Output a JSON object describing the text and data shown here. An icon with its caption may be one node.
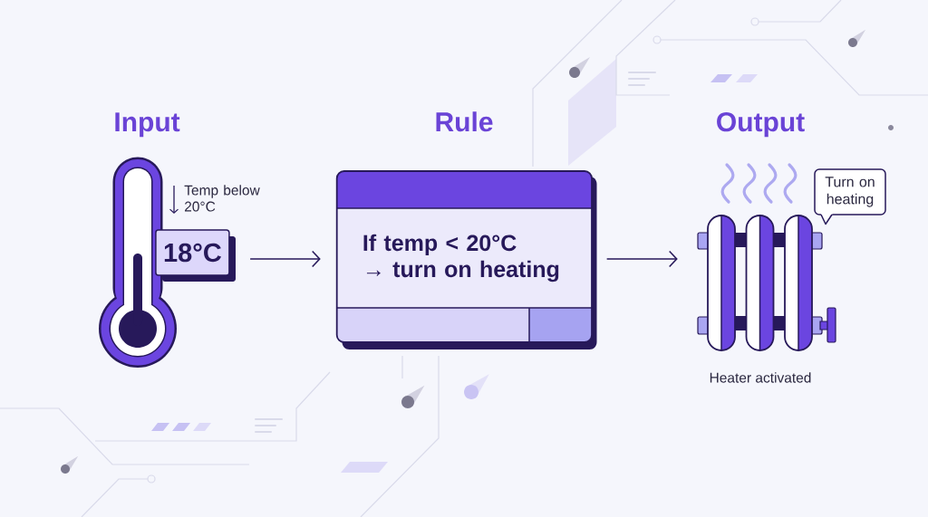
{
  "diagram": {
    "nodes": [
      {
        "text": [
          "Input"
        ]
      },
      {
        "text": [
          "18°C"
        ]
      },
      {
        "text": [
          "Rule",
          "If temp < 20°C",
          "→ turn on heating"
        ]
      },
      {
        "text": [
          "Output"
        ],
        "beside": [
          "Heater activated"
        ]
      },
      {
        "text": [
          "Turn on heating"
        ]
      }
    ],
    "edges": [
      {
        "from": 1,
        "to": 2,
        "arrow": "to"
      },
      {
        "from": 2,
        "to": 3,
        "arrow": "to"
      }
    ],
    "labels": [
      "Temp below 20°C"
    ]
  }
}
